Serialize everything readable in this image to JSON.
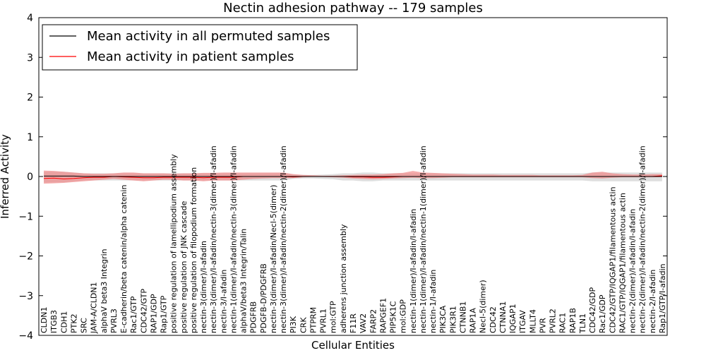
{
  "chart_data": {
    "type": "line",
    "title": "Nectin adhesion pathway -- 179 samples",
    "xlabel": "Cellular Entities",
    "ylabel": "Inferred Activity",
    "ylim": [
      -4,
      4
    ],
    "yticks": [
      "4",
      "3",
      "2",
      "1",
      "0",
      "−1",
      "−2",
      "−3",
      "−4"
    ],
    "legend_position": "top-left",
    "grid": false,
    "colors": {
      "permuted": "#000000",
      "patient": "#ff0000",
      "patient_band": "#f08080",
      "permuted_band": "#c8c8c8"
    },
    "categories": [
      "CLDN1",
      "ITGB3",
      "CDH1",
      "PTK2",
      "SRC",
      "JAM-A/CLDN1",
      "alphaV beta3 Integrin",
      "PVRL3",
      "E-cadherin/beta catenin/alpha catenin",
      "Rac1/GTP",
      "CDC42/GTP",
      "RAP1/GDP",
      "Rap1/GTP",
      "positive regulation of lamellipodium assembly",
      "positive regulation of JNK cascade",
      "positive regulation of filopodium formation",
      "nectin-3(dimer)/I-afadin",
      "nectin-3(dimer)/I-afadin/nectin-3(dimer)/I-afadin",
      "nectin-3/I-afadin",
      "nectin-1(dimer)/I-afadin/nectin-3(dimer)/I-afadin",
      "alphaV/beta3 Integrin/Talin",
      "PDGFRB",
      "PDGFB-D/PDGFRB",
      "nectin-3(dimer)/I-afadin/Necl-5(dimer)",
      "nectin-3(dimer)/I-afadin/nectin-2(dimer)/I-afadin",
      "PI3K",
      "CRK",
      "PTPRM",
      "PVRL1",
      "mol:GTP",
      "adherens junction assembly",
      "F11R",
      "VAV2",
      "FARP2",
      "RAPGEF1",
      "PIP5K1C",
      "mol:GDP",
      "nectin-1(dimer)/I-afadin/I-afadin",
      "nectin-1(dimer)/I-afadin/nectin-1(dimer)/I-afadin",
      "nectin-1/I-afadin",
      "PIK3CA",
      "PIK3R1",
      "CTNNB1",
      "RAP1A",
      "Necl-5(dimer)",
      "CDC42",
      "CTNNA1",
      "IQGAP1",
      "ITGAV",
      "MLLT4",
      "PVR",
      "PVRL2",
      "RAC1",
      "RAP1B",
      "TLN1",
      "CDC42/GDP",
      "Rac1/GDP",
      "CDC42/GTP/IQGAP1/filamentous actin",
      "RAC1/GTP/IQGAP1/filamentous actin",
      "nectin-2(dimer)/I-afadin/I-afadin",
      "nectin-2(dimer)/I-afadin/nectin-2(dimer)/I-afadin",
      "nectin-2/I-afadin",
      "Rap1/GTP/I-afadin"
    ],
    "series": [
      {
        "name": "Mean activity in all permuted samples",
        "color": "#000000",
        "values": [
          0.01,
          0.01,
          0.01,
          0.01,
          0,
          0,
          0,
          0,
          0,
          0,
          0,
          0,
          0,
          0,
          0,
          0,
          0,
          0,
          0,
          0,
          0,
          0,
          0,
          0,
          0,
          0,
          0,
          0,
          0,
          0,
          0,
          0,
          0,
          0,
          0,
          0,
          0,
          0,
          0,
          0,
          0,
          0,
          0,
          0,
          0,
          0,
          0,
          0,
          0,
          0,
          0,
          0,
          0,
          0,
          0,
          0,
          0,
          0,
          0,
          0,
          0,
          0,
          0
        ],
        "band_low": [
          -0.15,
          -0.15,
          -0.15,
          -0.12,
          -0.1,
          -0.1,
          -0.1,
          -0.1,
          -0.1,
          -0.1,
          -0.1,
          -0.1,
          -0.1,
          -0.1,
          -0.1,
          -0.1,
          -0.1,
          -0.1,
          -0.1,
          -0.1,
          -0.1,
          -0.1,
          -0.1,
          -0.1,
          -0.1,
          -0.06,
          -0.05,
          -0.05,
          -0.06,
          -0.07,
          -0.1,
          -0.1,
          -0.12,
          -0.12,
          -0.1,
          -0.1,
          -0.1,
          -0.1,
          -0.1,
          -0.1,
          -0.1,
          -0.1,
          -0.1,
          -0.1,
          -0.1,
          -0.1,
          -0.1,
          -0.1,
          -0.1,
          -0.1,
          -0.1,
          -0.1,
          -0.1,
          -0.1,
          -0.1,
          -0.12,
          -0.12,
          -0.12,
          -0.12,
          -0.12,
          -0.12,
          -0.12,
          -0.12
        ],
        "band_high": [
          0.12,
          0.12,
          0.12,
          0.1,
          0.08,
          0.08,
          0.08,
          0.08,
          0.08,
          0.08,
          0.08,
          0.08,
          0.08,
          0.08,
          0.08,
          0.08,
          0.08,
          0.08,
          0.08,
          0.08,
          0.08,
          0.08,
          0.08,
          0.08,
          0.08,
          0.05,
          0.04,
          0.04,
          0.05,
          0.06,
          0.08,
          0.08,
          0.1,
          0.1,
          0.08,
          0.08,
          0.08,
          0.08,
          0.08,
          0.08,
          0.08,
          0.08,
          0.08,
          0.08,
          0.08,
          0.08,
          0.08,
          0.08,
          0.08,
          0.08,
          0.08,
          0.08,
          0.08,
          0.08,
          0.08,
          0.1,
          0.1,
          0.1,
          0.1,
          0.1,
          0.1,
          0.1,
          0.1
        ]
      },
      {
        "name": "Mean activity in patient samples",
        "color": "#ff0000",
        "values": [
          -0.05,
          -0.04,
          -0.06,
          -0.05,
          -0.03,
          -0.02,
          -0.02,
          0,
          -0.01,
          -0.02,
          -0.03,
          -0.03,
          -0.02,
          -0.02,
          -0.02,
          -0.02,
          -0.03,
          -0.02,
          -0.02,
          -0.02,
          0,
          0,
          0,
          0,
          0,
          -0.01,
          0,
          0,
          0,
          0,
          0,
          -0.01,
          -0.01,
          -0.02,
          -0.02,
          -0.01,
          0,
          0,
          0,
          0,
          0,
          0,
          0,
          0,
          0,
          0,
          0,
          0,
          0,
          0,
          0,
          0,
          0,
          0,
          0,
          0,
          0,
          0,
          0,
          0,
          0,
          0,
          0.02
        ],
        "band_low": [
          -0.18,
          -0.17,
          -0.16,
          -0.14,
          -0.12,
          -0.1,
          -0.08,
          -0.06,
          -0.08,
          -0.1,
          -0.12,
          -0.1,
          -0.08,
          -0.08,
          -0.1,
          -0.1,
          -0.12,
          -0.1,
          -0.1,
          -0.1,
          -0.08,
          -0.06,
          -0.05,
          -0.04,
          -0.04,
          -0.04,
          -0.02,
          -0.01,
          -0.01,
          -0.02,
          -0.03,
          -0.05,
          -0.06,
          -0.07,
          -0.06,
          -0.05,
          -0.04,
          -0.03,
          -0.04,
          -0.04,
          -0.03,
          -0.02,
          -0.02,
          -0.02,
          -0.02,
          -0.02,
          -0.02,
          -0.02,
          -0.02,
          -0.02,
          -0.02,
          -0.02,
          -0.02,
          -0.02,
          -0.02,
          -0.04,
          -0.05,
          -0.03,
          -0.02,
          -0.02,
          -0.02,
          -0.02,
          -0.01
        ],
        "band_high": [
          0.15,
          0.14,
          0.12,
          0.1,
          0.08,
          0.07,
          0.07,
          0.08,
          0.1,
          0.1,
          0.08,
          0.08,
          0.08,
          0.07,
          0.08,
          0.08,
          0.09,
          0.09,
          0.1,
          0.1,
          0.1,
          0.1,
          0.1,
          0.1,
          0.1,
          0.06,
          0.04,
          0.03,
          0.02,
          0.02,
          0.03,
          0.04,
          0.05,
          0.05,
          0.06,
          0.08,
          0.09,
          0.14,
          0.1,
          0.09,
          0.08,
          0.07,
          0.06,
          0.05,
          0.05,
          0.05,
          0.04,
          0.04,
          0.04,
          0.04,
          0.03,
          0.03,
          0.03,
          0.03,
          0.04,
          0.1,
          0.12,
          0.08,
          0.06,
          0.05,
          0.05,
          0.06,
          0.06
        ]
      }
    ]
  }
}
